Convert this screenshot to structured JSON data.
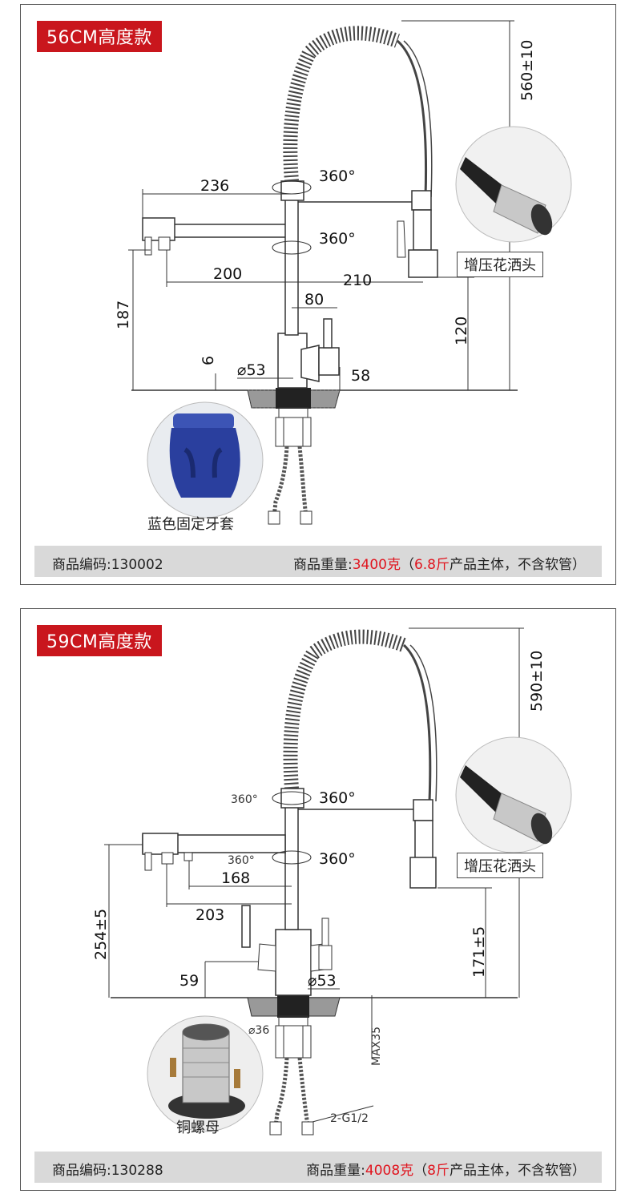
{
  "panels": [
    {
      "badge": "56CM高度款",
      "dims": {
        "top_height": "560±10",
        "rot_upper": "360°",
        "rot_lower": "360°",
        "spout_reach": "236",
        "spout_inner": "200",
        "hose_reach": "210",
        "handle_offset": "80",
        "base_height": "187",
        "sprayer_height": "120",
        "base_thickness": "6",
        "base_diameter": "⌀53",
        "handle_height": "58"
      },
      "sprayer_label": "增压花洒头",
      "part_label": "蓝色固定牙套",
      "footer": {
        "code_label": "商品编码:",
        "code_value": "130002",
        "weight_label": "商品重量:",
        "weight_value": "3400克",
        "weight_open": "（",
        "weight_jin": "6.8斤",
        "weight_note": "产品主体，不含软管）"
      }
    },
    {
      "badge": "59CM高度款",
      "dims": {
        "top_height": "590±10",
        "rot_left": "360°",
        "rot_upper": "360°",
        "rot_mid_left": "360°",
        "rot_lower": "360°",
        "spout_inner": "168",
        "spout_reach": "203",
        "base_height": "254±5",
        "sprayer_height": "171±5",
        "handle_height": "59",
        "base_diameter": "⌀53",
        "shank_diameter": "⌀36",
        "max_thickness": "MAX35",
        "hose_thread": "2-G1/2"
      },
      "sprayer_label": "增压花洒头",
      "part_label": "铜螺母",
      "footer": {
        "code_label": "商品编码:",
        "code_value": "130288",
        "weight_label": "商品重量:",
        "weight_value": "4008克",
        "weight_open": "（",
        "weight_jin": "8斤",
        "weight_note": "产品主体，不含软管）"
      }
    }
  ],
  "colors": {
    "badge": "#c9161d",
    "accent_red": "#e0141e",
    "footer_bg": "#d9d9d9",
    "blue_part": "#2a3f9e"
  }
}
